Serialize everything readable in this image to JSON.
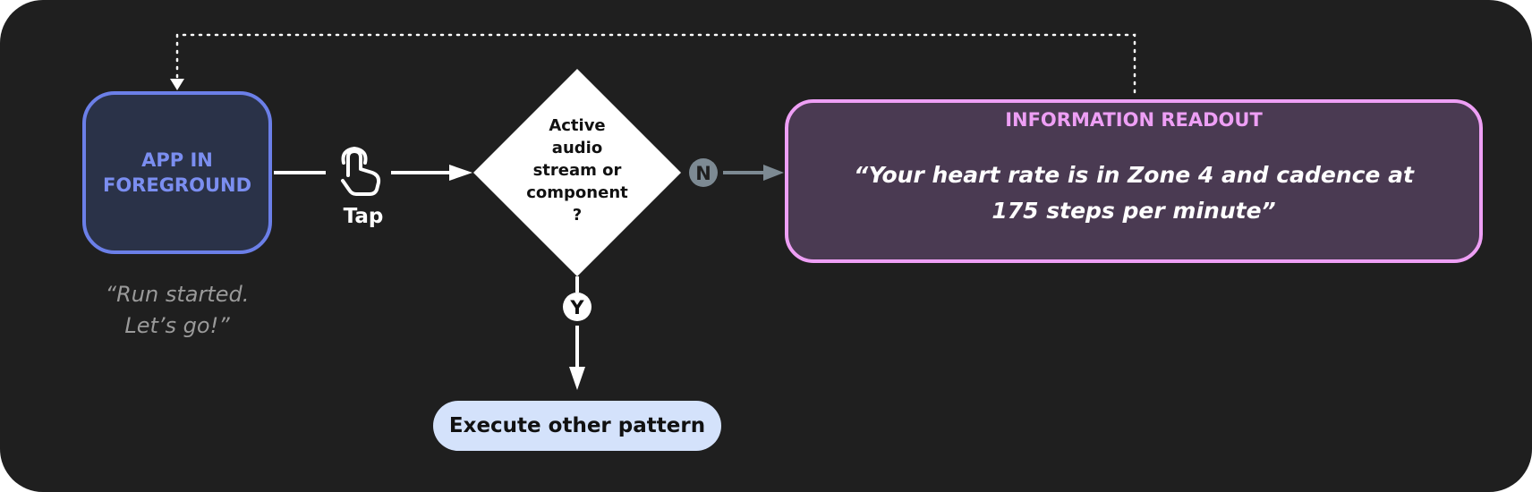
{
  "colors": {
    "background": "#1f1f1f",
    "app_fill": "#2a3248",
    "app_border": "#6b7fe8",
    "info_fill": "#4a3a52",
    "info_border": "#ee9ff5",
    "decision_fill": "#ffffff",
    "exec_fill": "#d4e2fb",
    "no_branch": "#7d8a93",
    "edge": "#ffffff"
  },
  "nodes": {
    "app": {
      "line1": "APP IN",
      "line2": "FOREGROUND"
    },
    "app_caption": {
      "line1": "“Run started.",
      "line2": "Let’s go!”"
    },
    "decision": {
      "line1": "Active",
      "line2": "audio",
      "line3": "stream or",
      "line4": "component",
      "line5": "?"
    },
    "info": {
      "title": "INFORMATION READOUT",
      "quote_line1": "“Your heart rate is in Zone 4 and cadence at",
      "quote_line2": "175 steps per minute”"
    },
    "execute": {
      "label": "Execute other pattern"
    }
  },
  "edges": {
    "tap_label": "Tap",
    "tap_icon": "touch-icon",
    "no_label": "N",
    "yes_label": "Y",
    "loop_style": "dotted"
  }
}
